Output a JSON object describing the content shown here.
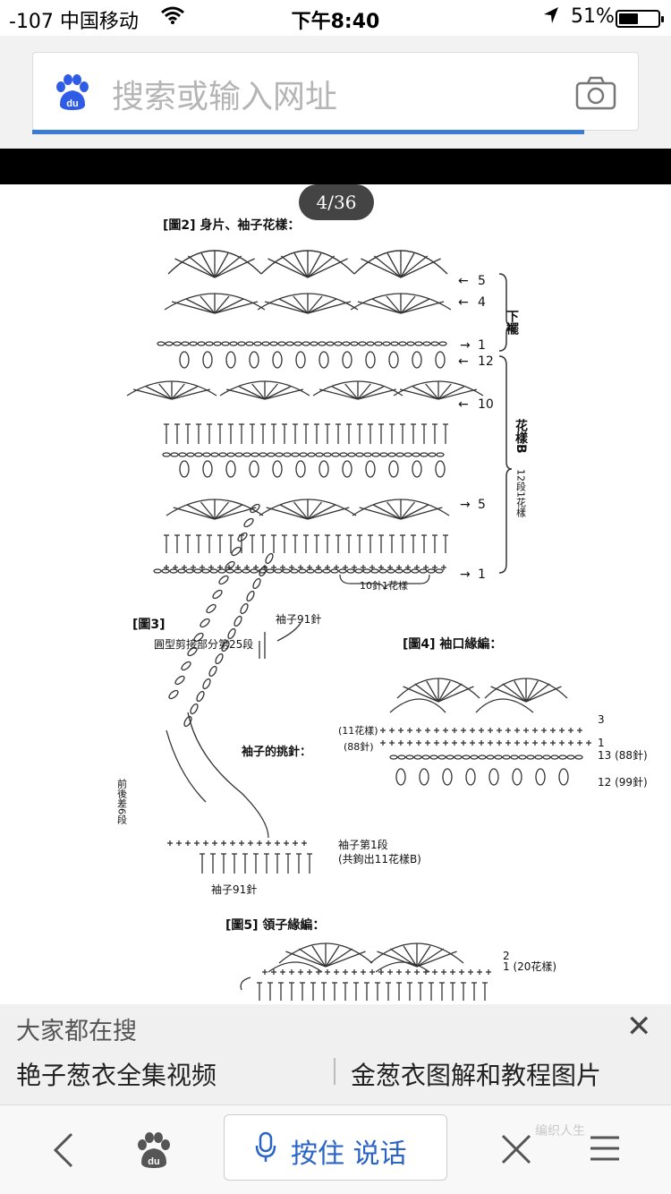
{
  "status_bar": {
    "carrier": "-107 中国移动",
    "time": "下午8:40",
    "battery_percent": "51%",
    "battery_level": 0.51
  },
  "search": {
    "placeholder": "搜索或输入网址",
    "logo_icon": "baidu-paw-icon",
    "camera_icon": "camera-icon",
    "load_progress": 0.91
  },
  "viewer": {
    "page_counter": "4/36",
    "figure2_title": "[圖2] 身片、袖子花樣：",
    "fig2_row_labels": [
      "5",
      "4",
      "1",
      "12",
      "10",
      "5",
      "1"
    ],
    "fig2_bracket1": "下襬",
    "fig2_bracket2": "花樣B",
    "fig2_bracket2_note": "12段1花樣",
    "fig2_bottom_note": "10針1花樣",
    "figure3_title": "[圖3]",
    "fig3_top_note": "袖子91針",
    "fig3_sub_note": "圓型剪接部分第25段",
    "fig3_side_note": "前後差6段",
    "fig3_center": "袖子的挑針：",
    "fig3_right_note": "袖子第1段",
    "fig3_right_note2": "(共鉤出11花樣B)",
    "fig3_bottom_note": "袖子91針",
    "figure4_title": "[圖4] 袖口緣編：",
    "fig4_left1": "(11花樣)",
    "fig4_left2": "(88針)",
    "fig4_rows": [
      "3",
      "1",
      "13 (88針)",
      "12 (99針)"
    ],
    "figure5_title": "[圖5] 領子緣編：",
    "fig5_rows": [
      "2",
      "1 (20花樣)"
    ]
  },
  "suggestions": {
    "title": "大家都在搜",
    "items": [
      "艳子葱衣全集视频",
      "金葱衣图解和教程图片"
    ]
  },
  "toolbar": {
    "voice_label": "按住 说话",
    "watermark": "编织人生"
  }
}
